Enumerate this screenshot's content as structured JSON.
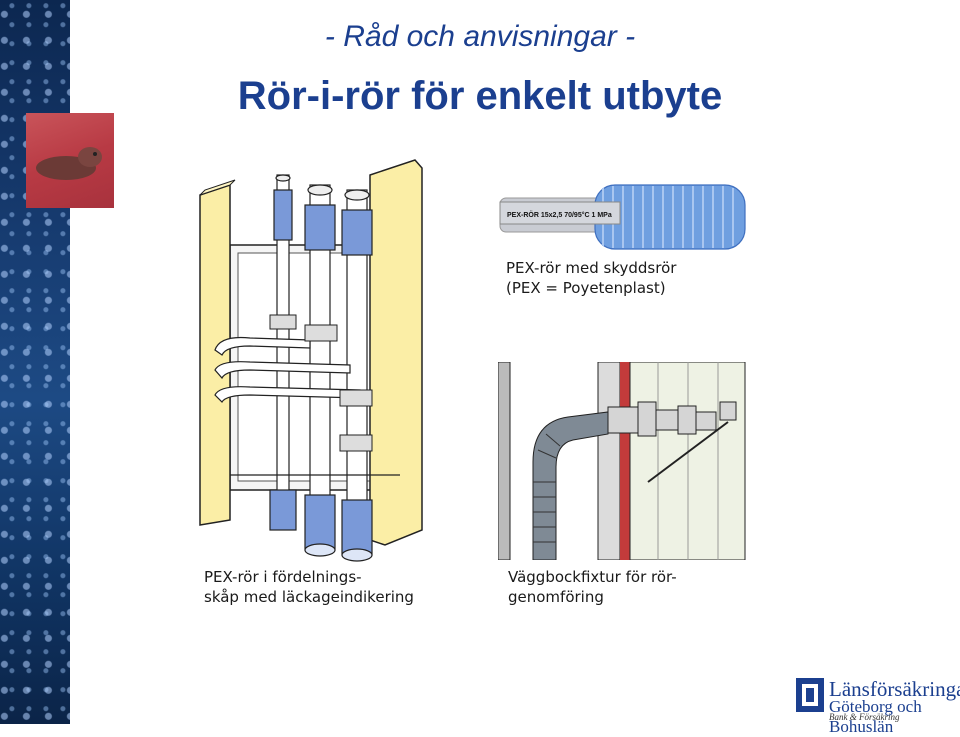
{
  "header": {
    "subtitle": "- Råd och anvisningar -",
    "title": "Rör-i-rör för enkelt utbyte"
  },
  "figures": {
    "pipe_label": "PEX-RÖR 15x2,5 70/95°C 1 MPa",
    "pipe_caption_line1": "PEX-rör med skyddsrör",
    "pipe_caption_line2": "(PEX = Poyetenplast)",
    "cabinet_caption_line1": "PEX-rör i fördelnings-",
    "cabinet_caption_line2": "skåp med läckageindikering",
    "wall_caption_line1": "Väggbockfixtur för rör-",
    "wall_caption_line2": "genomföring"
  },
  "logo": {
    "name": "Länsförsäkringar",
    "region": "Göteborg och Bohuslän",
    "tagline": "Bank & Försäkring"
  },
  "colors": {
    "title": "#1b3f8f",
    "wood": "#fbeea6",
    "pipe_blue": "#7a99d8",
    "sheath_blue": "#6f9fe0"
  }
}
